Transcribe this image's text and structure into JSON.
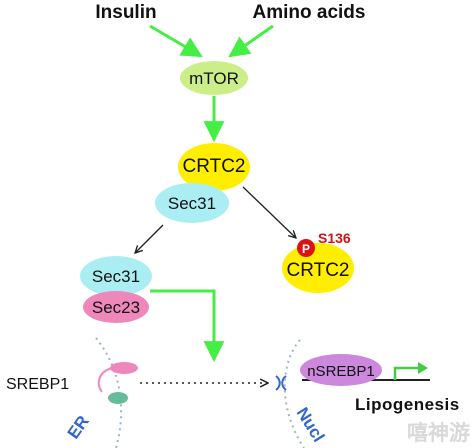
{
  "inputs": {
    "insulin": "Insulin",
    "amino_acids": "Amino acids"
  },
  "nodes": {
    "mtor": "mTOR",
    "crtc2_top": "CRTC2",
    "sec31_top": "Sec31",
    "sec31_left": "Sec31",
    "sec23": "Sec23",
    "crtc2_phos": "CRTC2",
    "phospho_marker": "P",
    "phospho_site": "S136"
  },
  "compartments": {
    "er": "ER",
    "nucleus": "Nucl"
  },
  "labels": {
    "srebp1": "SREBP1",
    "nsrebp1": "nSREBP1",
    "lipogenesis": "Lipogenesis"
  },
  "watermark": "嘻神游",
  "colors": {
    "green_arrow": "#44ee44",
    "mtor_fill": "#ccee88",
    "crtc2_fill": "#ffee00",
    "sec31_fill": "#aaeef4",
    "sec23_fill": "#ee88bb",
    "nsrebp1_fill": "#cc88dd",
    "phospho_red": "#dd1111",
    "membrane_blue": "#3366cc"
  }
}
